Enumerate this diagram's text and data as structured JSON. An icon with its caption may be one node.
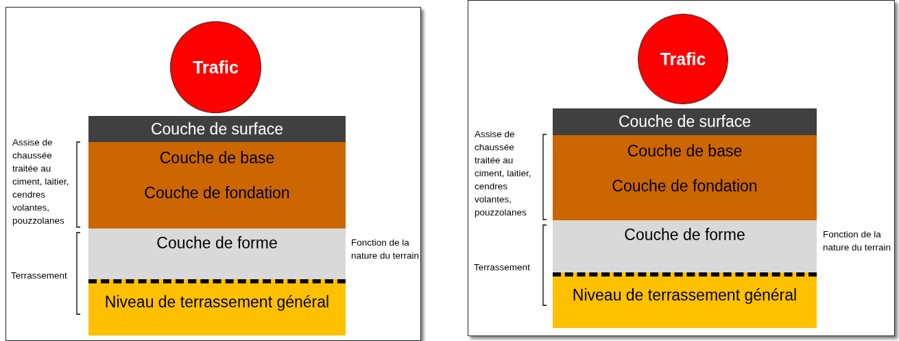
{
  "diagram": {
    "nodes": [
      {
        "text": [],
        "shape": "box"
      },
      {
        "text": [
          "Trafic"
        ],
        "in": 0
      },
      {
        "text": [
          "Couche de surface"
        ],
        "in": 0
      },
      {
        "text": [
          "Couche de base",
          "Couche de fondation"
        ],
        "in": 0
      },
      {
        "text": [
          "Couche de forme"
        ],
        "in": 0
      },
      {
        "text": [
          "Niveau de terrassement général"
        ],
        "in": 0
      },
      {
        "text": [],
        "shape": "box"
      },
      {
        "text": [
          "Trafic"
        ],
        "in": 6
      },
      {
        "text": [
          "Couche de surface"
        ],
        "in": 6
      },
      {
        "text": [
          "Couche de base",
          "Couche de fondation"
        ],
        "in": 6
      },
      {
        "text": [
          "Couche de forme"
        ],
        "in": 6
      },
      {
        "text": [
          "Niveau de terrassement général"
        ],
        "in": 6
      }
    ],
    "edges": [],
    "labels": [
      "Assise de chaussée traitée au ciment, laitier, cendres volantes, pouzzolanes",
      "Terrassement",
      "Fonction de la nature du terrain",
      "Assise de chaussée traitée au ciment, laitier, cendres volantes, pouzzolanes",
      "Fonction de la nature du terrain",
      "Terrassement"
    ]
  }
}
